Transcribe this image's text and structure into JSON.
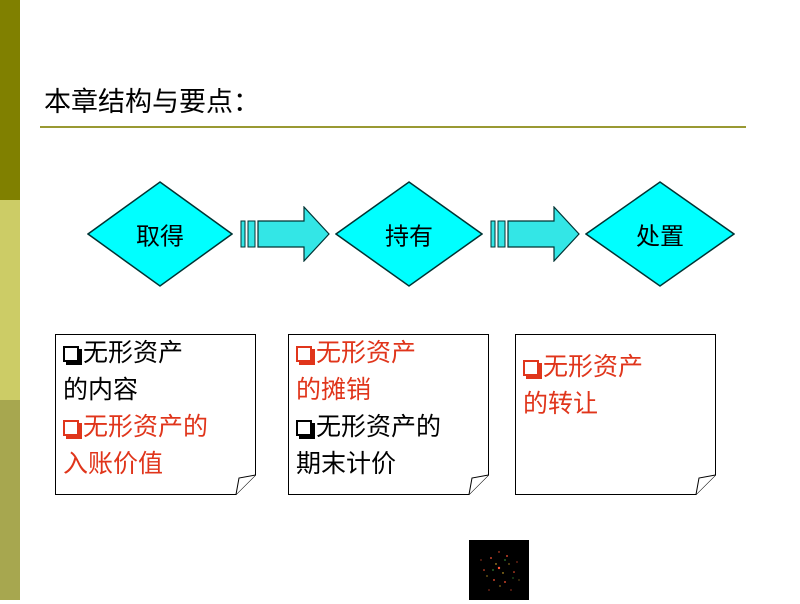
{
  "page_title": "本章结构与要点：",
  "colors": {
    "stripe_top": "#808000",
    "stripe_mid": "#cccc66",
    "stripe_bottom": "#a7a74f",
    "rule": "#999933",
    "diamond_fill": "#00ffff",
    "diamond_stroke": "#003333",
    "arrow_fill": "#33e6e6",
    "red_text": "#e0351b",
    "black_text": "#000000"
  },
  "stages": [
    {
      "label": "取得"
    },
    {
      "label": "持有"
    },
    {
      "label": "处置"
    }
  ],
  "notes": [
    {
      "lines": [
        {
          "text": "无形资产",
          "checkbox": true,
          "color": "black"
        },
        {
          "text": "的内容",
          "checkbox": false,
          "color": "black"
        },
        {
          "text": "无形资产的",
          "checkbox": true,
          "color": "red"
        },
        {
          "text": "入账价值",
          "checkbox": false,
          "color": "red"
        }
      ]
    },
    {
      "lines": [
        {
          "text": "无形资产",
          "checkbox": true,
          "color": "red"
        },
        {
          "text": "的摊销",
          "checkbox": false,
          "color": "red"
        },
        {
          "text": "无形资产的",
          "checkbox": true,
          "color": "black"
        },
        {
          "text": "期末计价",
          "checkbox": false,
          "color": "black"
        }
      ]
    },
    {
      "lines": [
        {
          "text": "无形资产",
          "checkbox": true,
          "color": "red"
        },
        {
          "text": "的转让",
          "checkbox": false,
          "color": "red"
        }
      ]
    }
  ]
}
